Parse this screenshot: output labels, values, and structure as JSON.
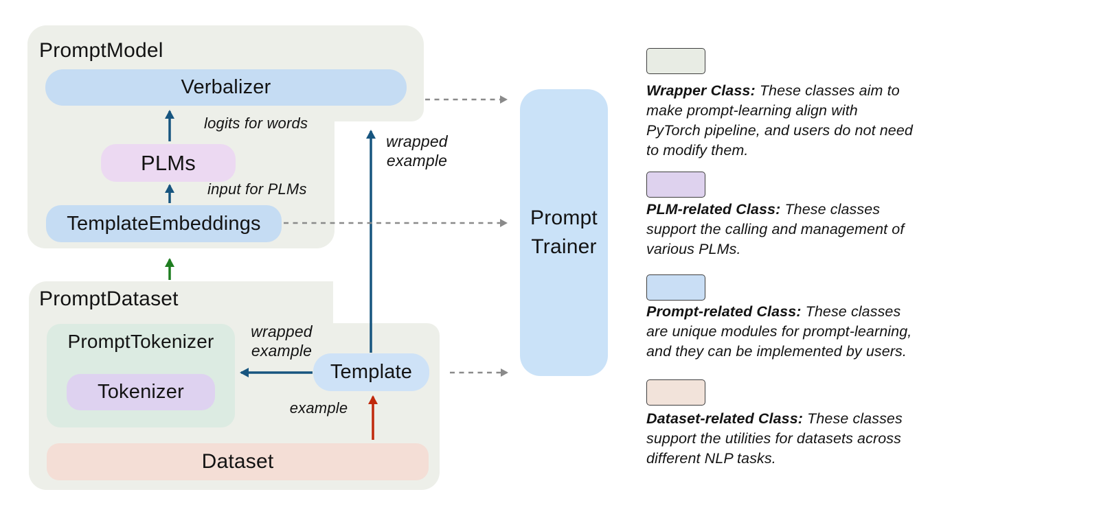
{
  "figure": {
    "prompt_model": {
      "title": "PromptModel",
      "verbalizer_label": "Verbalizer",
      "plms_label": "PLMs",
      "template_embeddings_label": "TemplateEmbeddings"
    },
    "prompt_dataset": {
      "title": "PromptDataset",
      "prompt_tokenizer_label": "PromptTokenizer",
      "tokenizer_label": "Tokenizer",
      "template_label": "Template",
      "dataset_label": "Dataset"
    },
    "prompt_trainer_label": "Prompt Trainer",
    "edge_labels": {
      "logits_for_words": "logits for words",
      "input_for_plms": "input for PLMs",
      "wrapped_example_upper": "wrapped example",
      "wrapped_example_lower": "wrapped example",
      "example": "example"
    }
  },
  "legend": {
    "items": [
      {
        "swatch_color": "#e8ece4",
        "title": "Wrapper Class:",
        "description": "These classes aim to make prompt-learning align with PyTorch pipeline, and users do not need to modify them."
      },
      {
        "swatch_color": "#ded2ee",
        "title": "PLM-related Class:",
        "description": "These classes support the calling and management of various PLMs."
      },
      {
        "swatch_color": "#c9def5",
        "title": "Prompt-related Class:",
        "description": "These classes are unique modules for prompt-learning, and they can be implemented by users."
      },
      {
        "swatch_color": "#f2e3da",
        "title": "Dataset-related Class:",
        "description": "These classes support the utilities for datasets across different NLP tasks."
      }
    ]
  },
  "colors": {
    "container_bg": "#edefe9",
    "blue_box": "#c5dcf3",
    "template_box": "#cee2f7",
    "trainer_box": "#cae2f8",
    "plm_box": "#ecd9f2",
    "tokenizer_box": "#ded2f0",
    "mint_box": "#dcebe2",
    "dataset_box": "#f4ded6",
    "arrow_blue": "#17557f",
    "arrow_green": "#1e7d20",
    "arrow_red": "#c0290c",
    "arrow_dashed": "#8a8a8a"
  }
}
